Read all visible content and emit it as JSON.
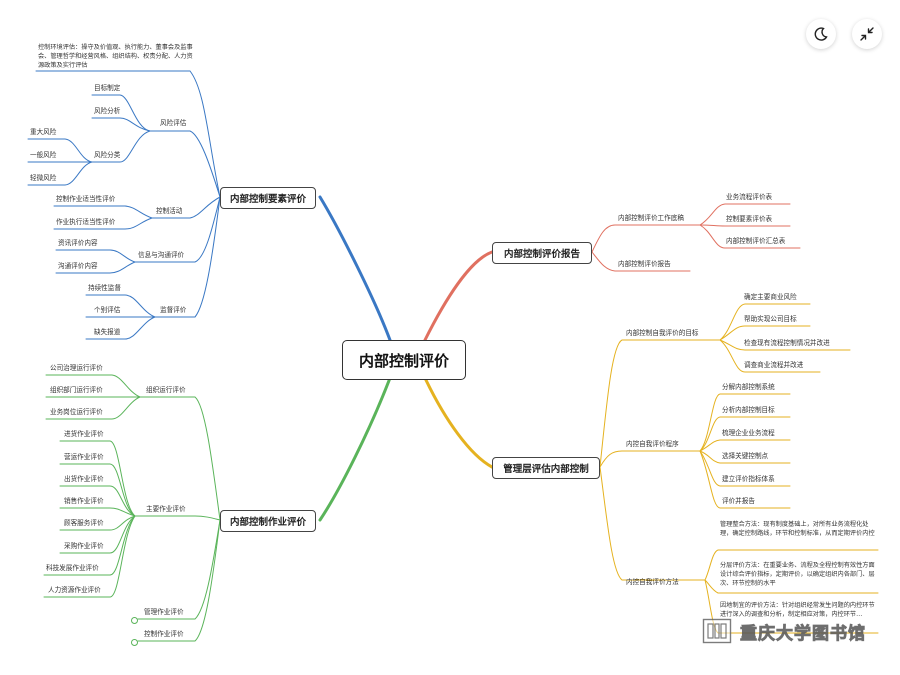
{
  "center": "内部控制评价",
  "colors": {
    "blue": "#3a78c4",
    "red": "#e07060",
    "green": "#5ab45a",
    "yellow": "#e5b220"
  },
  "toolbar": {
    "theme_icon": "moon-icon",
    "collapse_icon": "collapse-arrows-icon"
  },
  "watermark": {
    "text": "重庆大学图书馆",
    "logo_icon": "library-logo-icon"
  },
  "branches": {
    "elements": {
      "title": "内部控制要素评价",
      "env": "控制环境评估：操守及价值观、执行能力、董事会及监事会、管理哲学和经营风格、组织结构、权责分配、人力资源政策及实行评估",
      "risk": {
        "label": "风险评估",
        "goal": "目标制定",
        "analysis": "风险分析",
        "classify": "风险分类",
        "major": "重大风险",
        "general": "一般风险",
        "minor": "轻微风险"
      },
      "activity": {
        "label": "控制活动",
        "design": "控制作业适当性评价",
        "exec": "作业执行适当性评价"
      },
      "info": {
        "label": "信息与沟通评价",
        "content": "资讯评价内容",
        "comm": "沟通评价内容"
      },
      "monitor": {
        "label": "监督评价",
        "continuous": "持续性监督",
        "separate": "个别评估",
        "defect": "缺失报道"
      }
    },
    "operations": {
      "title": "内部控制作业评价",
      "org": {
        "label": "组织运行评价",
        "governance": "公司治理运行评价",
        "dept": "组织部门运行评价",
        "post": "业务岗位运行评价"
      },
      "main": {
        "label": "主要作业评价",
        "items": [
          "进货作业评价",
          "营运作业评价",
          "出货作业评价",
          "销售作业评价",
          "顾客服务评价",
          "采购作业评价",
          "科技发展作业评价",
          "人力资源作业评价"
        ]
      },
      "mgmt": "管理作业评价",
      "ctrl": "控制作业评价"
    },
    "report": {
      "title": "内部控制评价报告",
      "draft": {
        "label": "内部控制评价工作底稿",
        "items": [
          "业务流程评价表",
          "控制要素评价表",
          "内部控制评价汇总表"
        ]
      },
      "final": "内部控制评价报告"
    },
    "mgmt_eval": {
      "title": "管理层评估内部控制",
      "goals": {
        "label": "内部控制自我评价的目标",
        "items": [
          "确定主要商业风险",
          "帮助实现公司目标",
          "检查现有流程控制情况并改进",
          "调查商业流程并改进"
        ]
      },
      "procedure": {
        "label": "内控自我评价程序",
        "items": [
          "分解内部控制系统",
          "分析内部控制目标",
          "梳理企业业务流程",
          "选择关键控制点",
          "建立评价指标体系",
          "评价并报告"
        ]
      },
      "methods": {
        "label": "内控自我评价方法",
        "m1": "管理整合方法：现有制度基础上，对所有业务流程化处理，确定控制路线，环节和控制标准，从而定期评价内控",
        "m2": "分层评价方法：在重要业务、流程及全程控制有效性方面设计综合评价指标，定期评价，以确定组织内各部门、层次、环节控制的水平",
        "m3": "因地制宜的评价方法：针对组织经常发生问题的内控环节进行深入的调查和分析，制定相应对策，内控环节…"
      }
    }
  }
}
